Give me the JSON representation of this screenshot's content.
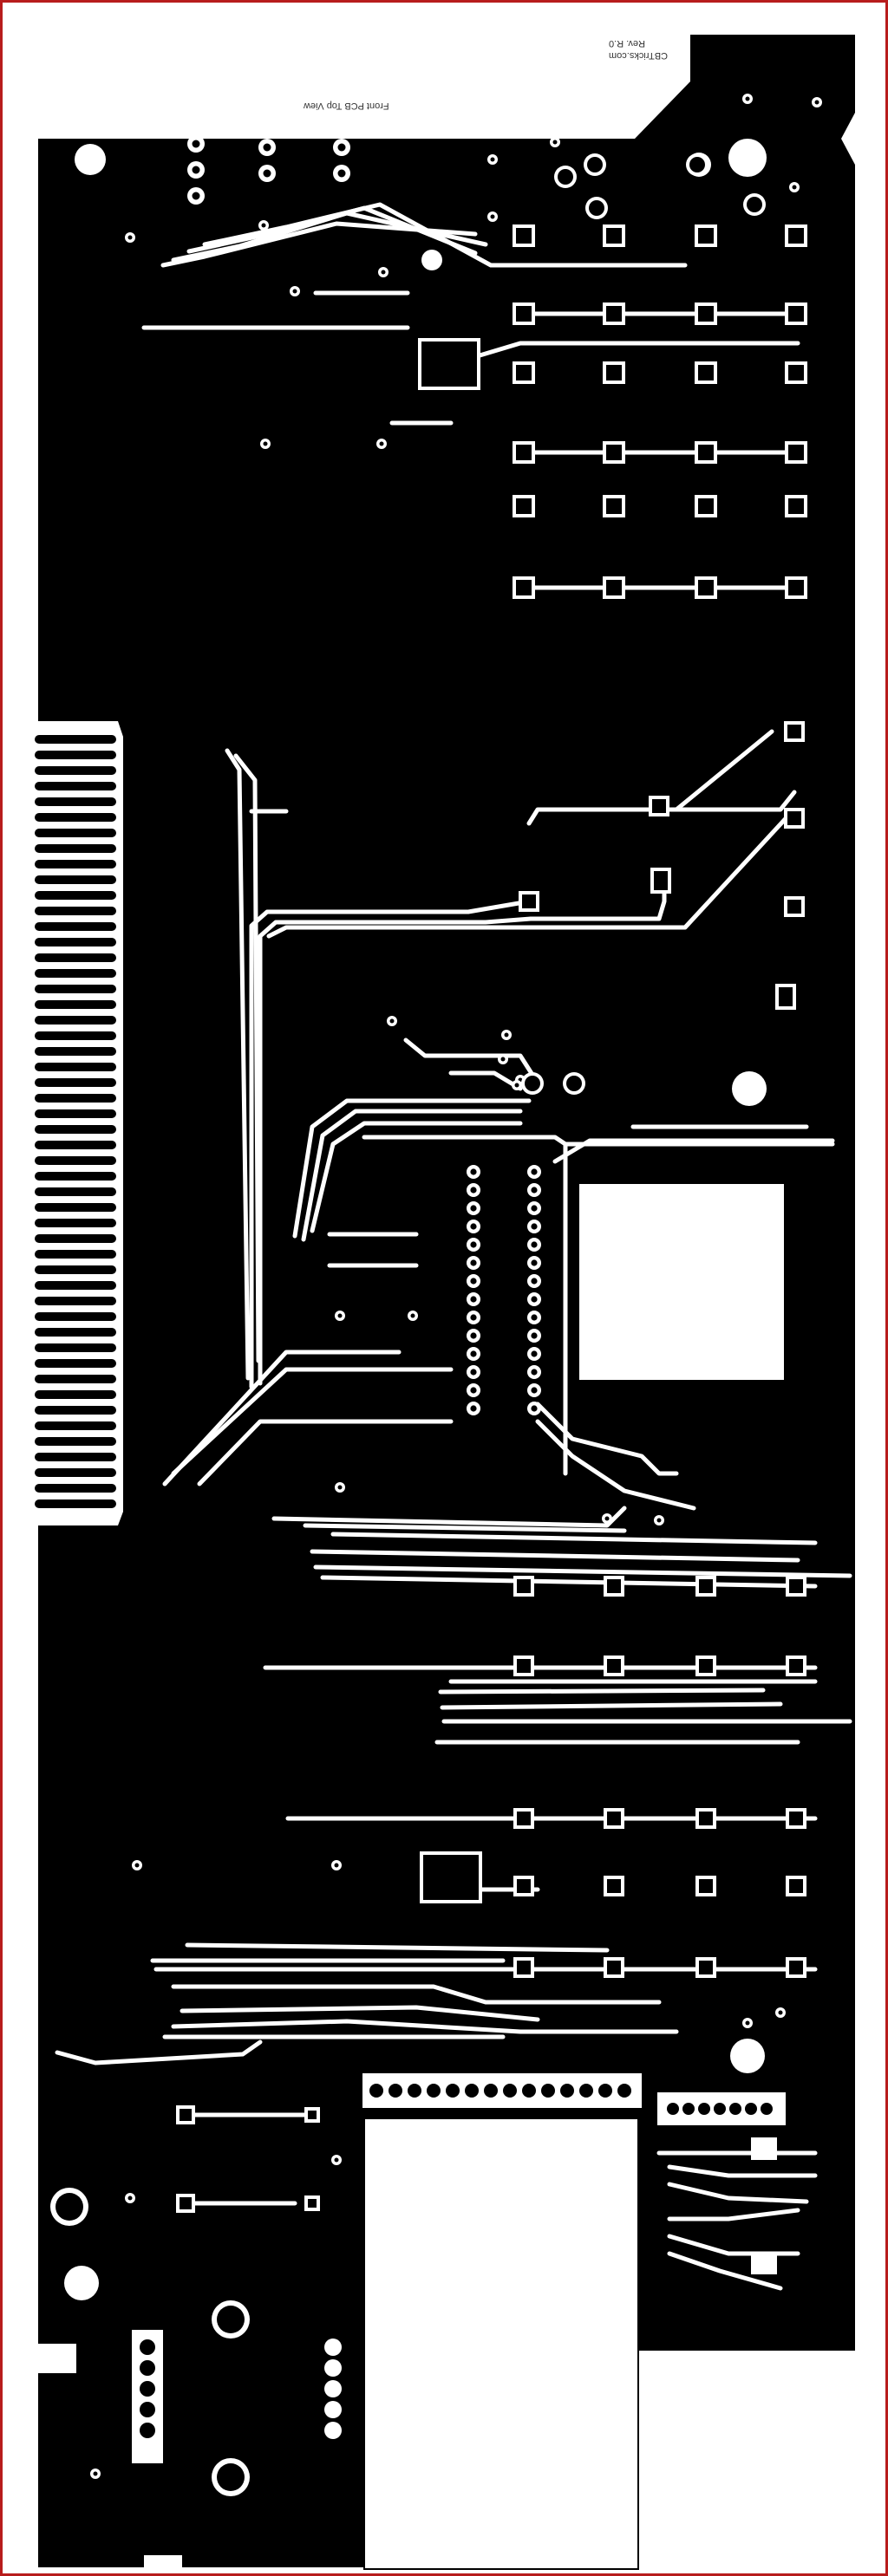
{
  "board": {
    "title": "Front PCB Top View",
    "revision": "Rev. R.0",
    "site": "CBTricks.com"
  },
  "colors": {
    "frame": "#b81c1c",
    "copper_fill": "#000000",
    "trace": "#ffffff",
    "background": "#ffffff"
  }
}
